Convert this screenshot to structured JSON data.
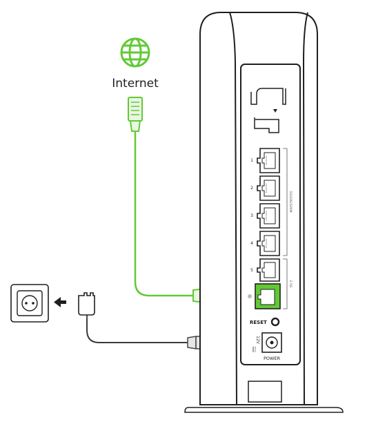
{
  "labels": {
    "internet": "Internet",
    "reset": "RESET",
    "power": "POWER",
    "voltage": "12V",
    "lan_ports": [
      "1",
      "2",
      "3",
      "4",
      "5"
    ],
    "lan_group": "1G/10G/100M",
    "wan_group": "2.5G"
  },
  "icons": {
    "globe": "globe-icon",
    "outlet": "power-outlet-icon",
    "plug": "power-adapter-icon",
    "arrow": "arrow-left-icon"
  },
  "colors": {
    "accent_green": "#62c935",
    "line_dark": "#1e1e1e",
    "cable_gray": "#3a3a3a"
  }
}
